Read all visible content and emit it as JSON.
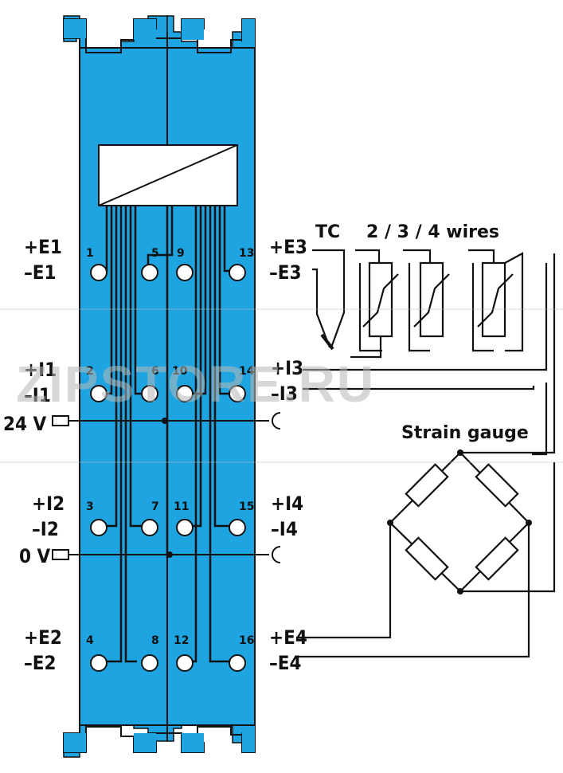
{
  "module": {
    "left_labels": [
      {
        "pos": "+E1"
      },
      {
        "neg": "–E1"
      }
    ],
    "labels": {
      "pE1": "+E1",
      "nE1": "–E1",
      "pI1": "+I1",
      "nI1": "–I1",
      "v24": "24 V",
      "pI2": "+I2",
      "nI2": "–I2",
      "v0": "0 V",
      "pE2": "+E2",
      "nE2": "–E2",
      "pE3": "+E3",
      "nE3": "–E3",
      "pI3": "+I3",
      "nI3": "–I3",
      "pI4": "+I4",
      "nI4": "–I4",
      "pE4": "+E4",
      "nE4": "–E4"
    },
    "terminals": [
      "1",
      "5",
      "9",
      "13",
      "2",
      "6",
      "10",
      "14",
      "3",
      "7",
      "11",
      "15",
      "4",
      "8",
      "12",
      "16"
    ],
    "colors": {
      "module_fill": "#1ea4e0",
      "line": "#111111",
      "watermark": "#b8b8b8",
      "watermark_accent": "#f0a64a"
    }
  },
  "sensors": {
    "tc": "TC",
    "wires": "2 / 3 / 4 wires",
    "strain": "Strain gauge"
  },
  "watermark": "ZIPSTORE.RU"
}
